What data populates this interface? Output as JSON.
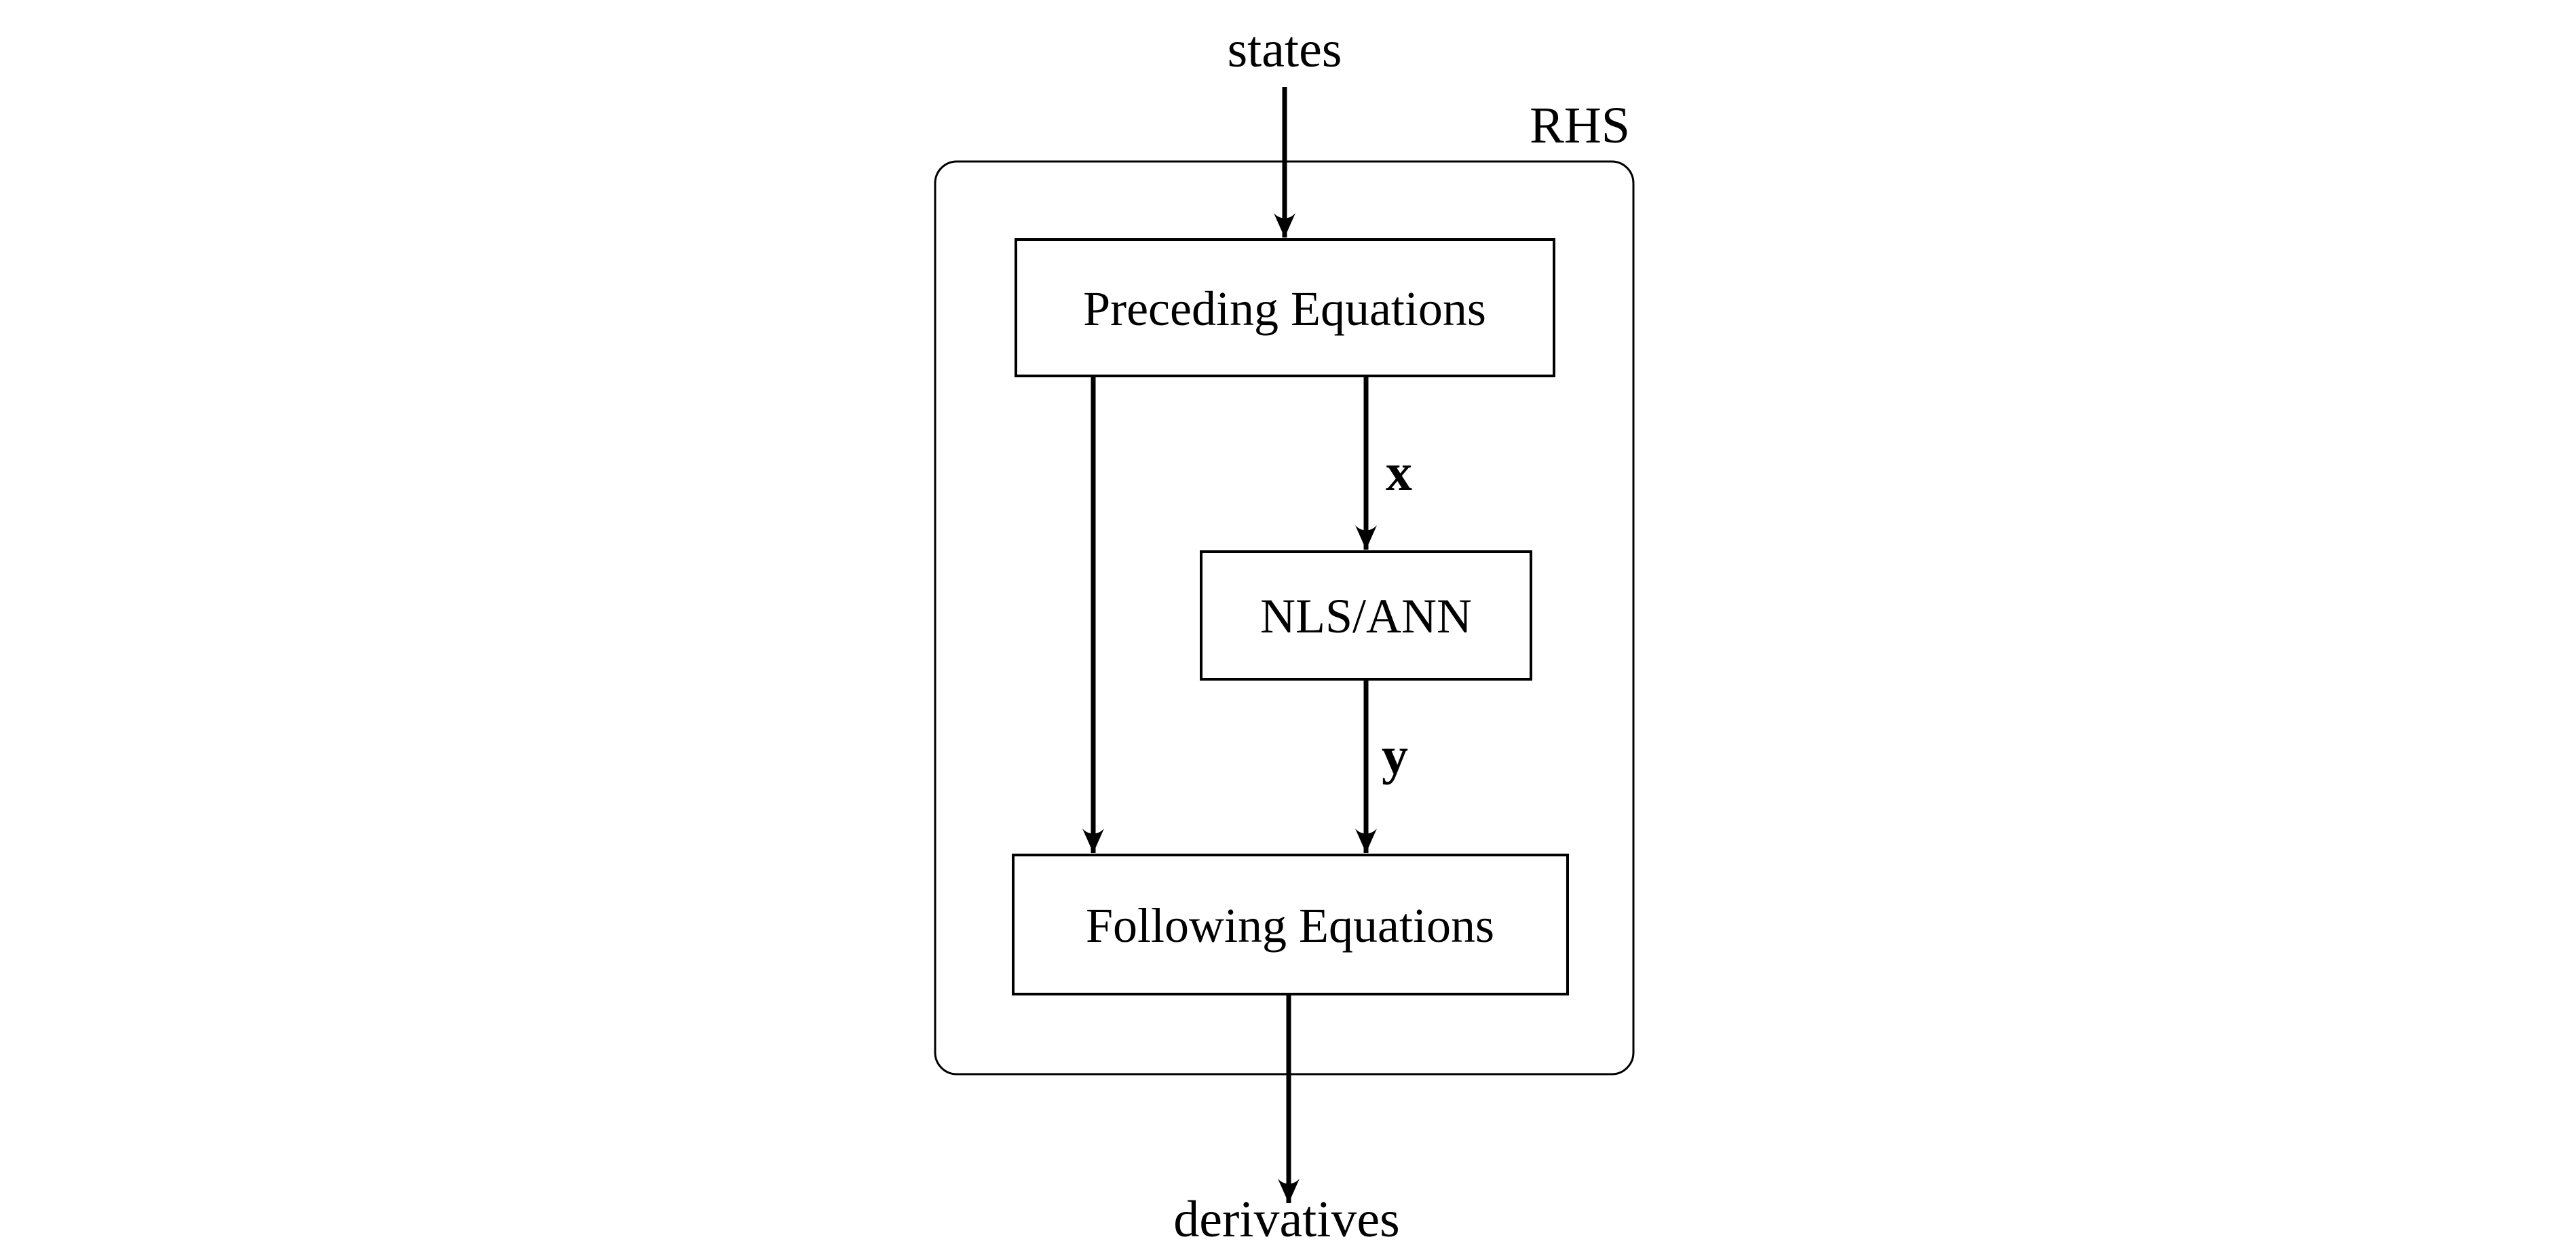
{
  "diagram": {
    "input_label": "states",
    "container_label": "RHS",
    "output_label": "derivatives",
    "nodes": {
      "preceding": "Preceding Equations",
      "nls_ann": "NLS/ANN",
      "following": "Following Equations"
    },
    "edge_labels": {
      "x": "x",
      "y": "y"
    },
    "colors": {
      "stroke": "#000000",
      "background": "#ffffff"
    }
  }
}
